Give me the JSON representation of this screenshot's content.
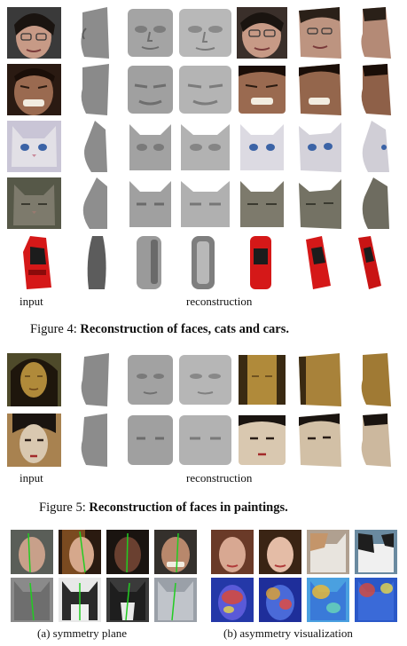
{
  "figure4": {
    "input_label": "input",
    "reconstruction_label": "reconstruction",
    "caption_prefix": "Figure 4: ",
    "caption_bold": "Reconstruction of faces, cats and cars."
  },
  "figure5": {
    "input_label": "input",
    "reconstruction_label": "reconstruction",
    "caption_prefix": "Figure 5: ",
    "caption_bold": "Reconstruction of faces in paintings."
  },
  "figure_bottom": {
    "subcaption_a": "(a) symmetry plane",
    "subcaption_b": "(b) asymmetry visualization"
  },
  "colors": {
    "skin_woman": "#c79a86",
    "skin_man": "#9a6a50",
    "cat_white": "#d9d6dc",
    "cat_grey": "#7d7a6c",
    "car_red": "#d51818",
    "mona_lisa": "#b08a3a",
    "modigliani": "#d9c8b0",
    "shape_grey": "#9c9c9c",
    "symmetry_line": "#22cc22"
  }
}
